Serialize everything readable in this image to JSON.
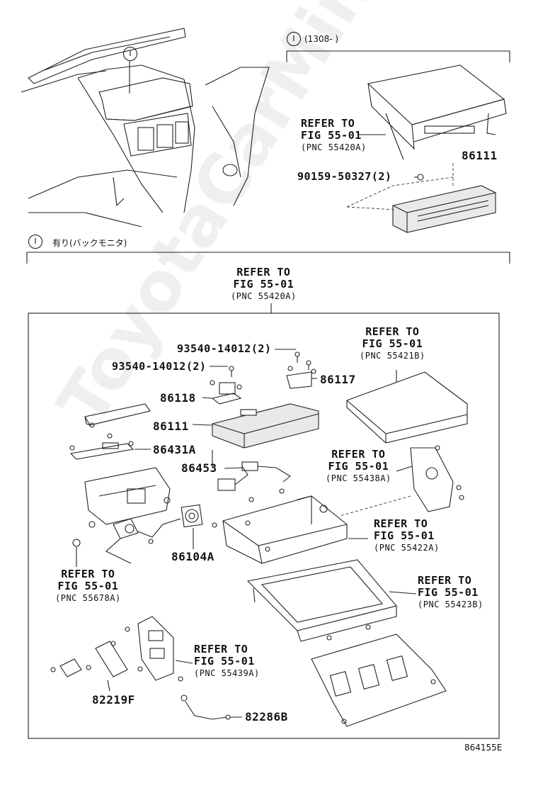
{
  "top_section": {
    "callout_mark": "I",
    "variant_header": {
      "mark": "I",
      "text": "(1308-    )"
    },
    "refer_label": {
      "line1": "REFER TO",
      "line2": "FIG 55-01",
      "line3": "(PNC 55420A)"
    },
    "part_numbers": {
      "display": "86111",
      "screw": "90159-50327(2)"
    }
  },
  "main_section": {
    "variant_header": {
      "mark": "I",
      "text": "有り(バックモニタ)"
    },
    "top_refer": {
      "line1": "REFER TO",
      "line2": "FIG 55-01",
      "line3": "(PNC 55420A)"
    },
    "parts": {
      "screw_a": "93540-14012(2)",
      "screw_b": "93540-14012(2)",
      "bracket_right": "86117",
      "bracket_left": "86118",
      "display_unit": "86111",
      "bracket_lower": "86431A",
      "harness": "86453",
      "speaker": "86104A",
      "switch_panel": "82219F",
      "cable": "82286B"
    },
    "refs": {
      "lid": {
        "line1": "REFER TO",
        "line2": "FIG 55-01",
        "line3": "(PNC 55421B)"
      },
      "side_cover": {
        "line1": "REFER TO",
        "line2": "FIG 55-01",
        "line3": "(PNC 55438A)"
      },
      "housing": {
        "line1": "REFER TO",
        "line2": "FIG 55-01",
        "line3": "(PNC 55422A)"
      },
      "frame": {
        "line1": "REFER TO",
        "line2": "FIG 55-01",
        "line3": "(PNC 55423B)"
      },
      "nut": {
        "line1": "REFER TO",
        "line2": "FIG 55-01",
        "line3": "(PNC 55678A)"
      },
      "switch_base": {
        "line1": "REFER TO",
        "line2": "FIG 55-01",
        "line3": "(PNC 55439A)"
      }
    }
  },
  "watermark": "ToyotaCarMine.ru",
  "figure_code": "864155E"
}
